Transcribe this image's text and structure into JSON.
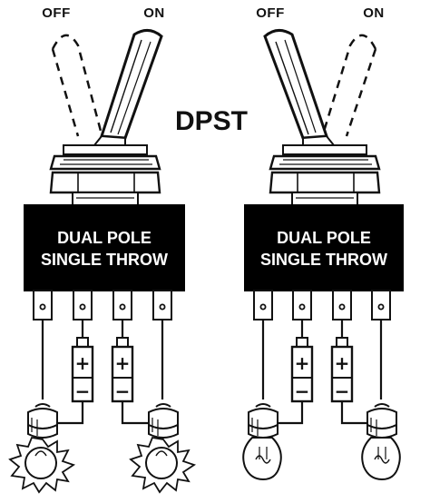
{
  "title": "DPST",
  "switches": [
    {
      "off_label": "OFF",
      "on_label": "ON",
      "body_line1": "DUAL POLE",
      "body_line2": "SINGLE THROW",
      "state": "on",
      "lamps_lit": true
    },
    {
      "off_label": "OFF",
      "on_label": "ON",
      "body_line1": "DUAL POLE",
      "body_line2": "SINGLE THROW",
      "state": "off",
      "lamps_lit": false
    }
  ],
  "battery": {
    "positive": "+",
    "negative": "−"
  },
  "colors": {
    "ink": "#111111",
    "paper": "#ffffff"
  },
  "icons": {
    "lever": "toggle-lever-icon",
    "terminal": "spade-terminal-icon",
    "battery": "battery-icon",
    "lamp": "light-bulb-icon"
  }
}
